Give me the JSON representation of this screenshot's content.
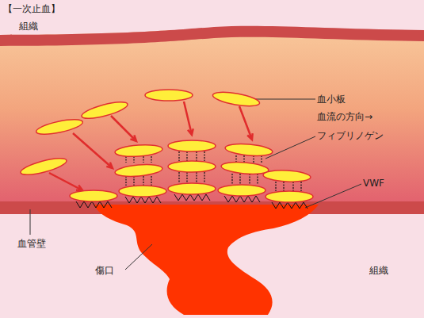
{
  "diagram": {
    "title": "【一次止血】",
    "labels": [
      "組織",
      "血小板",
      "血流の方向→",
      "フィブリノゲン",
      "VWF",
      "血管壁",
      "傷口",
      "組織"
    ]
  }
}
